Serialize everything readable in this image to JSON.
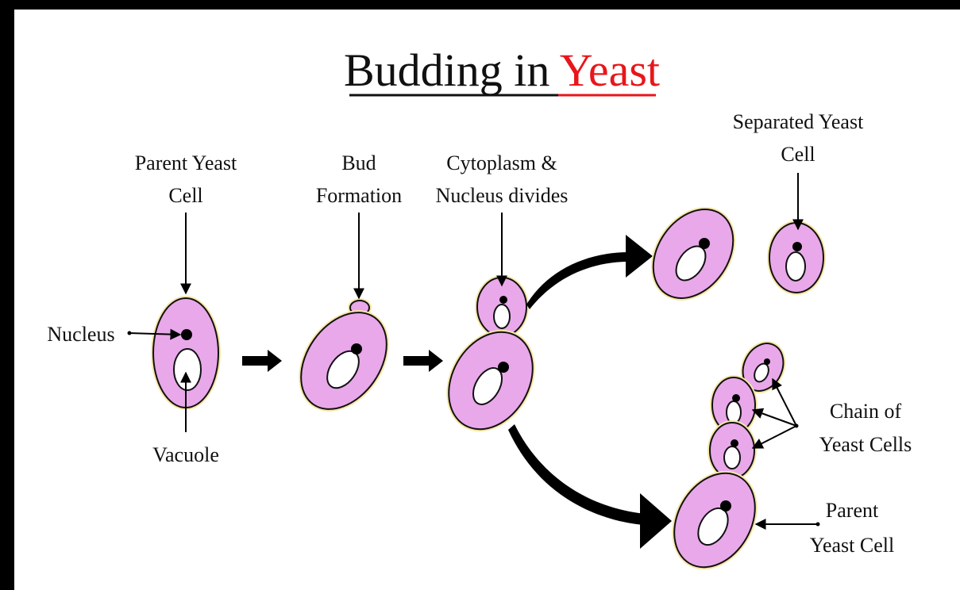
{
  "title": {
    "part1": "Budding in ",
    "part2": "Yeast"
  },
  "colors": {
    "cell_fill": "#e9a8ea",
    "cell_stroke": "#111111",
    "glow": "#f6e7a6",
    "accent_red": "#e8161b",
    "ink": "#000000"
  },
  "labels": {
    "parent_cell_line1": "Parent Yeast",
    "parent_cell_line2": "Cell",
    "nucleus": "Nucleus",
    "vacuole": "Vacuole",
    "bud_line1": "Bud",
    "bud_line2": "Formation",
    "divides_line1": "Cytoplasm &",
    "divides_line2": "Nucleus divides",
    "separated_line1": "Separated Yeast",
    "separated_line2": "Cell",
    "chain_line1": "Chain of",
    "chain_line2": "Yeast Cells",
    "parent2_line1": "Parent",
    "parent2_line2": "Yeast Cell"
  }
}
